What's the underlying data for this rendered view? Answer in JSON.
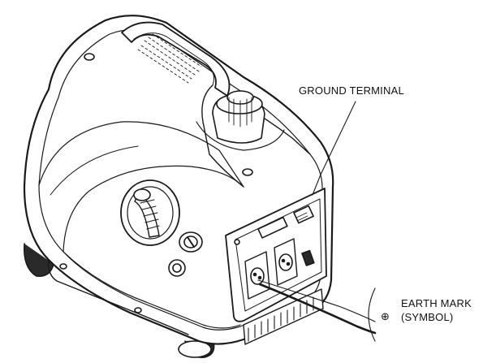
{
  "labels": {
    "ground_terminal": "GROUND TERMINAL",
    "earth_mark_line1": "EARTH MARK",
    "earth_mark_line2": "(SYMBOL)"
  },
  "symbols": {
    "earth_symbol": "⊕"
  },
  "colors": {
    "line": "#1a1a1a",
    "fill": "#ffffff",
    "shadow": "#444444"
  }
}
